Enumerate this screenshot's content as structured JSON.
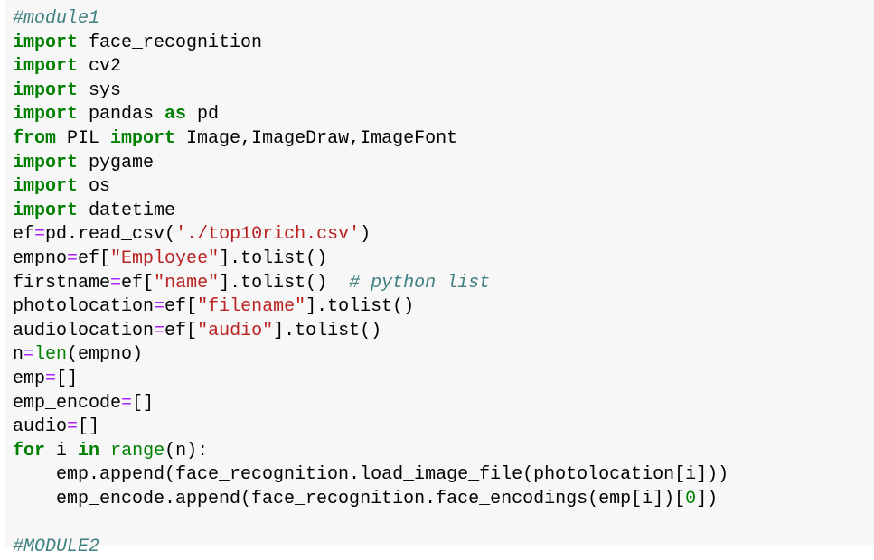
{
  "cell": {
    "lines": [
      [
        [
          "cm",
          "#module1"
        ]
      ],
      [
        [
          "kw",
          "import"
        ],
        [
          "t",
          " face_recognition"
        ]
      ],
      [
        [
          "kw",
          "import"
        ],
        [
          "t",
          " cv2"
        ]
      ],
      [
        [
          "kw",
          "import"
        ],
        [
          "t",
          " sys"
        ]
      ],
      [
        [
          "kw",
          "import"
        ],
        [
          "t",
          " pandas "
        ],
        [
          "kw",
          "as"
        ],
        [
          "t",
          " pd"
        ]
      ],
      [
        [
          "kw",
          "from"
        ],
        [
          "t",
          " PIL "
        ],
        [
          "kw",
          "import"
        ],
        [
          "t",
          " Image,ImageDraw,ImageFont"
        ]
      ],
      [
        [
          "kw",
          "import"
        ],
        [
          "t",
          " pygame"
        ]
      ],
      [
        [
          "kw",
          "import"
        ],
        [
          "t",
          " os"
        ]
      ],
      [
        [
          "kw",
          "import"
        ],
        [
          "t",
          " datetime"
        ]
      ],
      [
        [
          "t",
          "ef"
        ],
        [
          "op",
          "="
        ],
        [
          "t",
          "pd.read_csv("
        ],
        [
          "st",
          "'./top10rich.csv'"
        ],
        [
          "t",
          ")"
        ]
      ],
      [
        [
          "t",
          "empno"
        ],
        [
          "op",
          "="
        ],
        [
          "t",
          "ef["
        ],
        [
          "st",
          "\"Employee\""
        ],
        [
          "t",
          "].tolist()"
        ]
      ],
      [
        [
          "t",
          "firstname"
        ],
        [
          "op",
          "="
        ],
        [
          "t",
          "ef["
        ],
        [
          "st",
          "\"name\""
        ],
        [
          "t",
          "].tolist()  "
        ],
        [
          "cm",
          "# python list"
        ]
      ],
      [
        [
          "t",
          "photolocation"
        ],
        [
          "op",
          "="
        ],
        [
          "t",
          "ef["
        ],
        [
          "st",
          "\"filename\""
        ],
        [
          "t",
          "].tolist()"
        ]
      ],
      [
        [
          "t",
          "audiolocation"
        ],
        [
          "op",
          "="
        ],
        [
          "t",
          "ef["
        ],
        [
          "st",
          "\"audio\""
        ],
        [
          "t",
          "].tolist()"
        ]
      ],
      [
        [
          "t",
          "n"
        ],
        [
          "op",
          "="
        ],
        [
          "bi",
          "len"
        ],
        [
          "t",
          "(empno)"
        ]
      ],
      [
        [
          "t",
          "emp"
        ],
        [
          "op",
          "="
        ],
        [
          "t",
          "[]"
        ]
      ],
      [
        [
          "t",
          "emp_encode"
        ],
        [
          "op",
          "="
        ],
        [
          "t",
          "[]"
        ]
      ],
      [
        [
          "t",
          "audio"
        ],
        [
          "op",
          "="
        ],
        [
          "t",
          "[]"
        ]
      ],
      [
        [
          "kw",
          "for"
        ],
        [
          "t",
          " i "
        ],
        [
          "kw",
          "in"
        ],
        [
          "t",
          " "
        ],
        [
          "bi",
          "range"
        ],
        [
          "t",
          "(n):"
        ]
      ],
      [
        [
          "t",
          "    emp.append(face_recognition.load_image_file(photolocation[i]))"
        ]
      ],
      [
        [
          "t",
          "    emp_encode.append(face_recognition.face_encodings(emp[i])["
        ],
        [
          "nu",
          "0"
        ],
        [
          "t",
          "])"
        ]
      ],
      [
        [
          "t",
          ""
        ]
      ],
      [
        [
          "cm",
          "#MODULE2"
        ]
      ]
    ]
  }
}
